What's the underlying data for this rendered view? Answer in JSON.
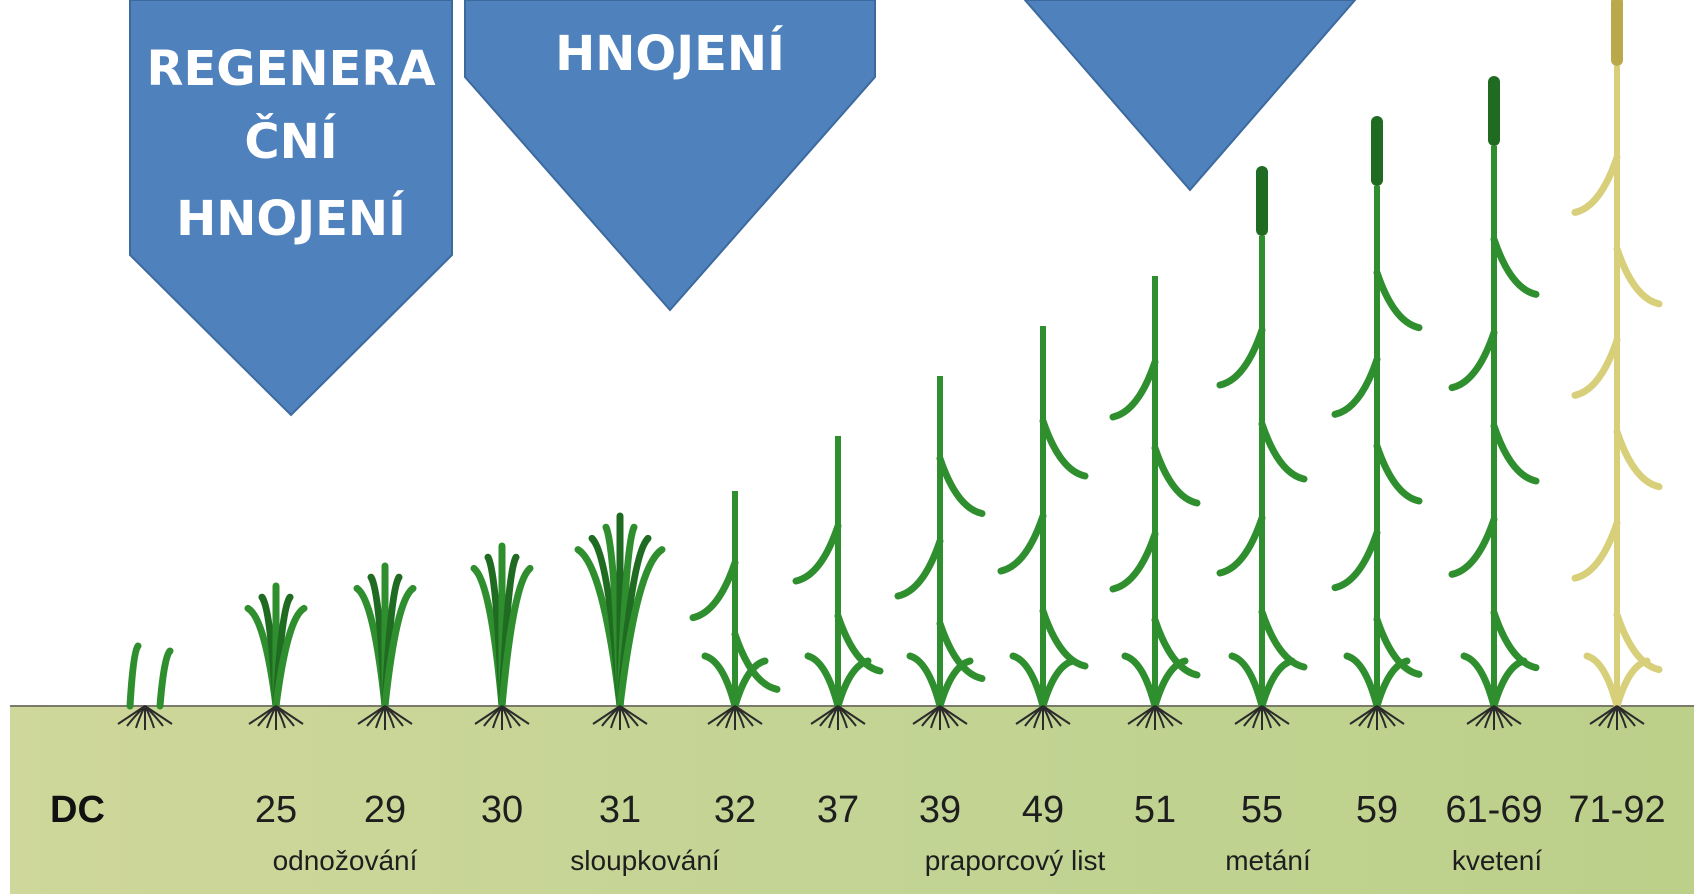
{
  "arrows": [
    {
      "lines": [
        "REGENERA",
        "ČNÍ",
        "HNOJENÍ"
      ]
    },
    {
      "lines": [
        "HNOJENÍ"
      ]
    },
    {
      "lines": []
    }
  ],
  "colors": {
    "arrow": "#4f81bd",
    "leaf": "#2f8f2f",
    "leaf_dark": "#1f6b22",
    "ripe": "#d8cf7a",
    "root": "#2b2b2b",
    "soil": "#c8d596"
  },
  "dc_label": "DC",
  "stages": [
    "25",
    "29",
    "30",
    "31",
    "32",
    "37",
    "39",
    "49",
    "51",
    "55",
    "59",
    "61-69",
    "71-92"
  ],
  "phases": [
    "odnožování",
    "sloupkování",
    "praporcový list",
    "metání",
    "kvetení"
  ]
}
